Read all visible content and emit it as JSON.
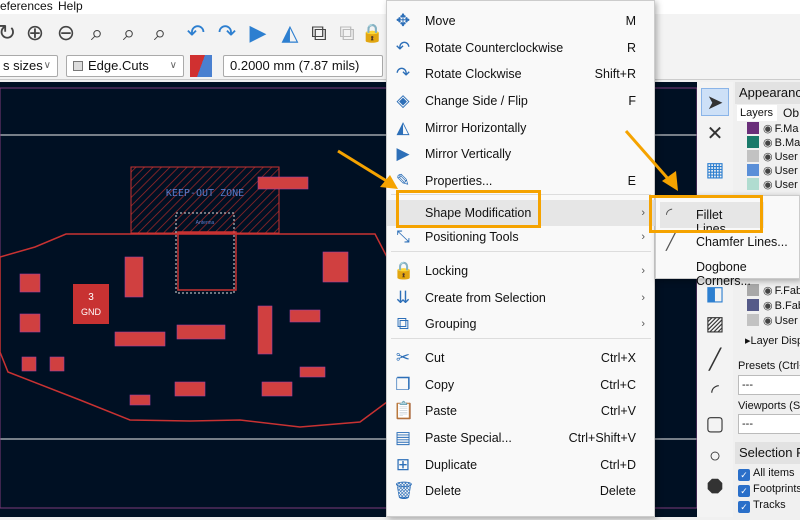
{
  "menubar": {
    "items": [
      "eferences",
      "Help"
    ]
  },
  "toolbar2": {
    "size_select": "s sizes",
    "layer_select": "Edge.Cuts",
    "width_select": "0.2000 mm (7.87 mils)"
  },
  "canvas": {
    "keepout_label": "KEEP-OUT ZONE",
    "antenna_label": "Antenna",
    "gnd_pad_number": "3",
    "gnd_pad_net": "GND"
  },
  "context_menu": {
    "items": [
      {
        "label": "Move",
        "shortcut": "M",
        "icon": "move-icon"
      },
      {
        "label": "Rotate Counterclockwise",
        "shortcut": "R",
        "icon": "rotate-ccw-icon"
      },
      {
        "label": "Rotate Clockwise",
        "shortcut": "Shift+R",
        "icon": "rotate-cw-icon"
      },
      {
        "label": "Change Side / Flip",
        "shortcut": "F",
        "icon": "flip-icon"
      },
      {
        "label": "Mirror Horizontally",
        "shortcut": "",
        "icon": "mirror-h-icon"
      },
      {
        "label": "Mirror Vertically",
        "shortcut": "",
        "icon": "mirror-v-icon"
      },
      {
        "label": "Properties...",
        "shortcut": "E",
        "icon": "properties-icon"
      },
      {
        "label": "Shape Modification",
        "shortcut": "",
        "icon": "",
        "submenu": true
      },
      {
        "label": "Positioning Tools",
        "shortcut": "",
        "icon": "positioning-icon",
        "submenu": true
      },
      {
        "label": "Locking",
        "shortcut": "",
        "icon": "lock-icon",
        "submenu": true
      },
      {
        "label": "Create from Selection",
        "shortcut": "",
        "icon": "create-icon",
        "submenu": true
      },
      {
        "label": "Grouping",
        "shortcut": "",
        "icon": "group-icon",
        "submenu": true
      },
      {
        "label": "Cut",
        "shortcut": "Ctrl+X",
        "icon": "cut-icon"
      },
      {
        "label": "Copy",
        "shortcut": "Ctrl+C",
        "icon": "copy-icon"
      },
      {
        "label": "Paste",
        "shortcut": "Ctrl+V",
        "icon": "paste-icon"
      },
      {
        "label": "Paste Special...",
        "shortcut": "Ctrl+Shift+V",
        "icon": "paste-special-icon"
      },
      {
        "label": "Duplicate",
        "shortcut": "Ctrl+D",
        "icon": "duplicate-icon"
      },
      {
        "label": "Delete",
        "shortcut": "Delete",
        "icon": "delete-icon"
      }
    ]
  },
  "submenu": {
    "items": [
      "Fillet Lines...",
      "Chamfer Lines...",
      "Dogbone Corners..."
    ]
  },
  "appearance": {
    "title": "Appearance",
    "tabs": [
      "Layers",
      "Ob"
    ],
    "layers_top": [
      {
        "name": "F.Ma",
        "color": "#6a2f7a"
      },
      {
        "name": "B.Ma",
        "color": "#1a7a6a"
      },
      {
        "name": "User",
        "color": "#c2c2c2"
      },
      {
        "name": "User",
        "color": "#5a8fd8"
      },
      {
        "name": "User",
        "color": "#b0dcd0"
      }
    ],
    "layers_bottom": [
      {
        "name": "F.Fab",
        "color": "#a8a8a8"
      },
      {
        "name": "B.Fab",
        "color": "#555a88"
      },
      {
        "name": "User",
        "color": "#c2c2c2"
      }
    ],
    "layer_display": "Layer Disp",
    "presets_label": "Presets (Ctrl+",
    "presets_value": "---",
    "viewports_label": "Viewports (Sh",
    "viewports_value": "---",
    "selection_filter": "Selection Filt",
    "filters": [
      "All items",
      "Footprints",
      "Tracks"
    ]
  },
  "colors": {
    "accent_orange": "#f5a300",
    "pcb_bg": "#001023",
    "copper": "#c83232"
  }
}
